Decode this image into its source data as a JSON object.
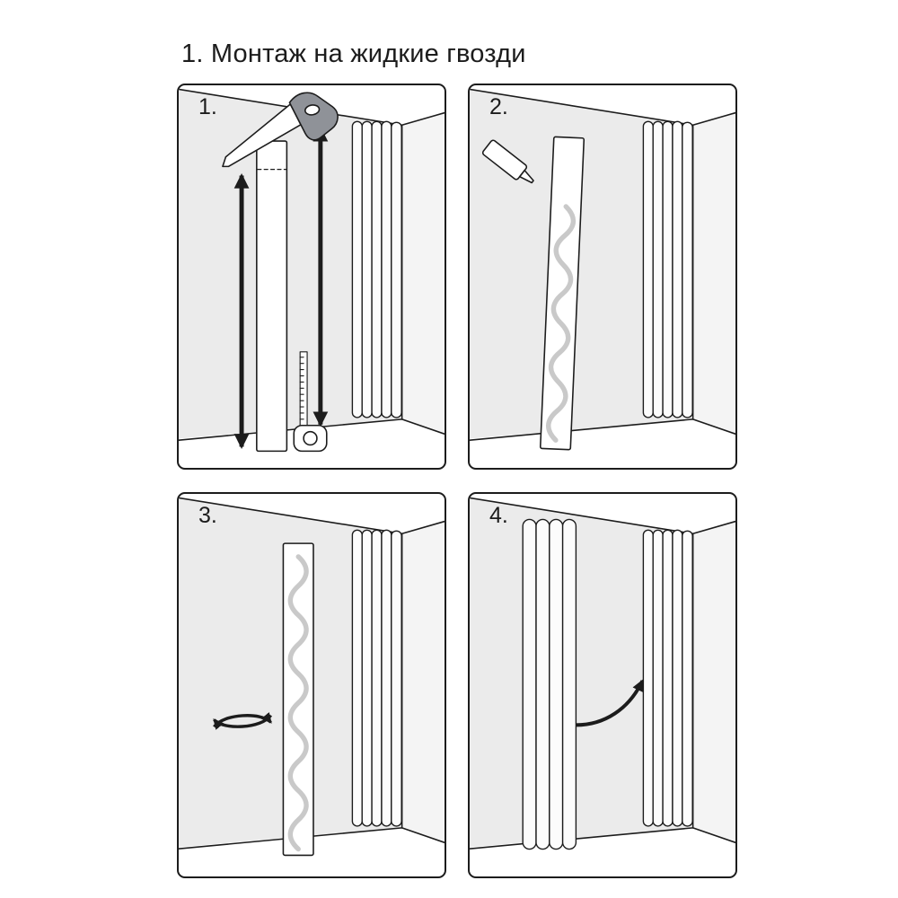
{
  "title": "1. Монтаж на жидкие гвозди",
  "steps": [
    {
      "label": "1.",
      "name": "measure-and-cut-panel-to-height"
    },
    {
      "label": "2.",
      "name": "apply-liquid-nails-adhesive"
    },
    {
      "label": "3.",
      "name": "spread-adhesive-press-panel"
    },
    {
      "label": "4.",
      "name": "mount-panel-on-wall"
    }
  ],
  "icons": {
    "step1": [
      "hand-saw-icon",
      "height-measure-arrows",
      "tape-measure-icon"
    ],
    "step2": [
      "adhesive-tube-icon",
      "adhesive-bead-wave"
    ],
    "step3": [
      "rotation-arrows-icon",
      "adhesive-bead-wave"
    ],
    "step4": [
      "mount-direction-arrow"
    ]
  },
  "colors": {
    "background": "#ffffff",
    "outline": "#1c1c1c",
    "wall_left": "#ebebeb",
    "wall_right": "#f4f4f4",
    "adhesive": "#c9c9c9",
    "saw_handle": "#8f9298"
  }
}
